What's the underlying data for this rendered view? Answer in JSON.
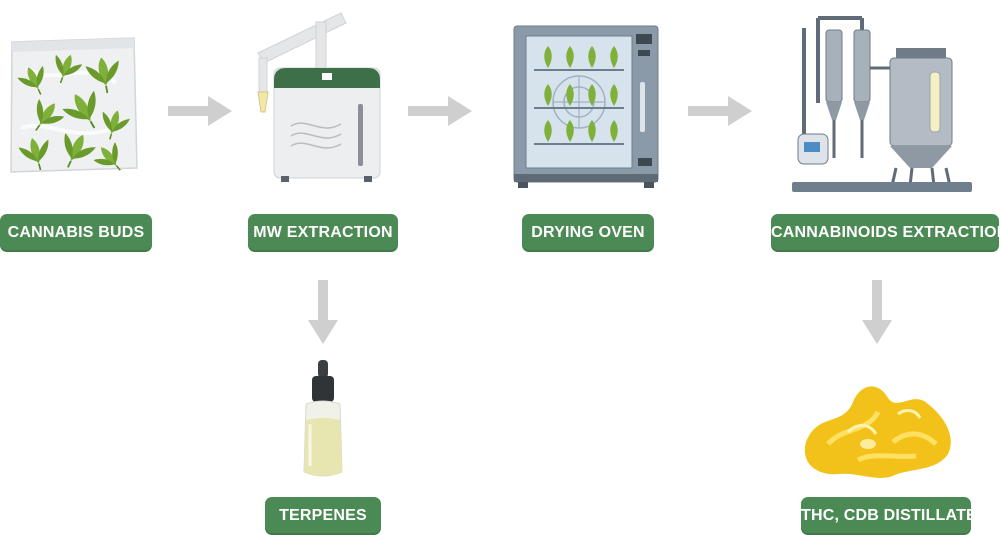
{
  "colors": {
    "label_bg": "#4c8a55",
    "arrow": "#cfcfcf",
    "leaf": "#7fb03a",
    "oil": "#f3c21a"
  },
  "steps": [
    {
      "label": "CANNABIS BUDS",
      "icon": "cannabis-bag-icon"
    },
    {
      "label": "MW EXTRACTION",
      "icon": "microwave-extractor-icon"
    },
    {
      "label": "DRYING OVEN",
      "icon": "drying-oven-icon"
    },
    {
      "label": "CANNABINOIDS EXTRACTION",
      "icon": "extraction-column-icon"
    }
  ],
  "outputs": [
    {
      "label": "TERPENES",
      "icon": "dropper-bottle-icon"
    },
    {
      "label": "THC, CDB DISTILLATE",
      "icon": "distillate-amber-icon"
    }
  ]
}
